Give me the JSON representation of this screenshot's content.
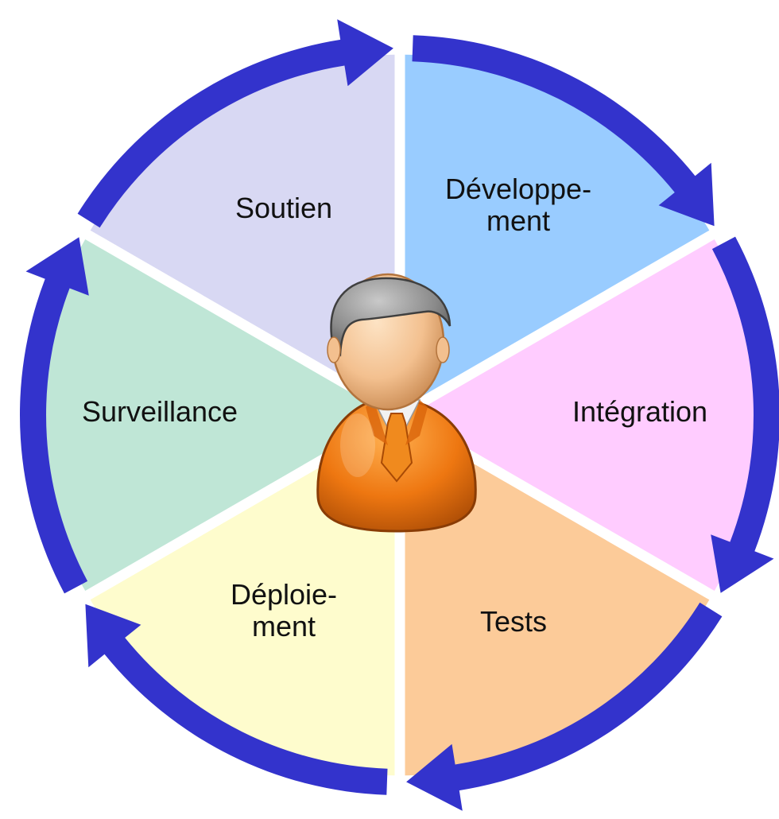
{
  "segments": [
    {
      "id": "soutien",
      "lines": [
        "Soutien"
      ],
      "color": "#d8d8f3"
    },
    {
      "id": "developpement",
      "lines": [
        "Développe-",
        "ment"
      ],
      "color": "#99ccff"
    },
    {
      "id": "integration",
      "lines": [
        "Intégration"
      ],
      "color": "#ffccff"
    },
    {
      "id": "tests",
      "lines": [
        "Tests"
      ],
      "color": "#fccb99"
    },
    {
      "id": "deploiement",
      "lines": [
        "Déploie-",
        "ment"
      ],
      "color": "#fefccd"
    },
    {
      "id": "surveillance",
      "lines": [
        "Surveillance"
      ],
      "color": "#bfe6d6"
    }
  ],
  "colors": {
    "arrow": "#3333cc",
    "background": "#ffffff",
    "person_suit": "#ee7711",
    "person_skin": "#f3c08f",
    "person_hair": "#8a8a8a"
  },
  "center_icon": "person-icon",
  "arrow_icon": "cycle-arrow-icon"
}
